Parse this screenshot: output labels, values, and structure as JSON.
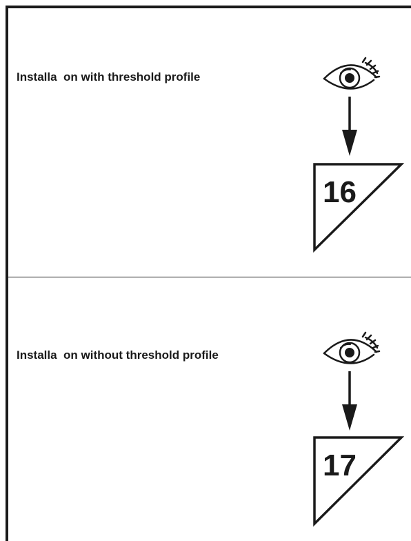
{
  "sections": [
    {
      "label": "Installa  on with threshold profile",
      "icon": "eye-icon",
      "reference_number": "16"
    },
    {
      "label": "Installa  on without threshold profile",
      "icon": "eye-icon",
      "reference_number": "17"
    }
  ],
  "colors": {
    "ink": "#1a1a1a",
    "background": "#ffffff"
  }
}
